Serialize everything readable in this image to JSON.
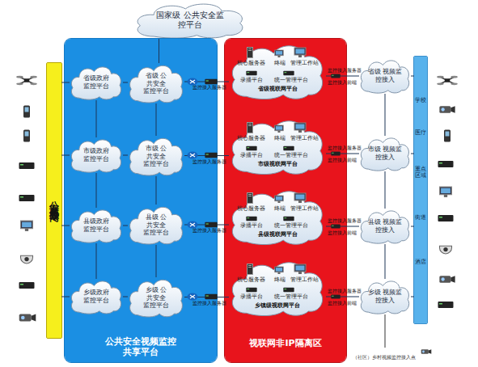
{
  "diagram": {
    "nodes": [
      {
        "text": [
          "国家级 公共安全监控平台"
        ]
      },
      {
        "text": [
          "公安视频专网"
        ]
      },
      {
        "text": [
          "公共安全视频监控 共享平台"
        ]
      },
      {
        "text": [
          "省级政府监控平台"
        ],
        "in": 2
      },
      {
        "text": [
          "市级政府监控平台"
        ],
        "in": 2
      },
      {
        "text": [
          "县级政府监控平台"
        ],
        "in": 2
      },
      {
        "text": [
          "乡级政府监控平台"
        ],
        "in": 2
      },
      {
        "text": [
          "省级 公共安全 监控平台"
        ],
        "in": 2
      },
      {
        "text": [
          "市级 公共安全 监控平台"
        ],
        "in": 2
      },
      {
        "text": [
          "县级 公共安全 监控平台"
        ],
        "in": 2
      },
      {
        "text": [
          "乡级 公共安全 监控平台"
        ],
        "in": 2
      },
      {
        "text": [
          "视联网非IP隔离区"
        ]
      },
      {
        "text": [
          "核心服务器",
          "终端",
          "管理工作站",
          "录播平台",
          "统一管理平台",
          "省级视联网平台"
        ],
        "in": 11
      },
      {
        "text": [
          "核心服务器",
          "终端",
          "管理工作站",
          "录播平台",
          "统一管理平台",
          "市级视联网平台"
        ],
        "in": 11
      },
      {
        "text": [
          "核心服务器",
          "终端",
          "管理工作站",
          "录播平台",
          "统一管理平台",
          "县级视联网平台"
        ],
        "in": 11
      },
      {
        "text": [
          "核心服务器",
          "终端",
          "管理工作站",
          "录播平台",
          "统一管理平台",
          "乡镇级视联网平台"
        ],
        "in": 11
      },
      {
        "text": [
          "省级 视频监控接入"
        ]
      },
      {
        "text": [
          "市级 视频监控接入"
        ]
      },
      {
        "text": [
          "县级 视频监控接入"
        ]
      },
      {
        "text": [
          "乡级 视频监控接入"
        ]
      },
      {
        "text": [
          "学校",
          "医疗",
          "重点区域",
          "街道",
          "酒店"
        ]
      }
    ],
    "edges": [
      {
        "from": 0,
        "to": 7,
        "arrow": "none"
      },
      {
        "from": 1,
        "to": 3,
        "arrow": "none"
      },
      {
        "from": 1,
        "to": 4,
        "arrow": "none"
      },
      {
        "from": 1,
        "to": 5,
        "arrow": "none"
      },
      {
        "from": 1,
        "to": 6,
        "arrow": "none"
      },
      {
        "from": 3,
        "to": 7,
        "arrow": "none"
      },
      {
        "from": 4,
        "to": 8,
        "arrow": "none"
      },
      {
        "from": 5,
        "to": 9,
        "arrow": "none"
      },
      {
        "from": 6,
        "to": 10,
        "arrow": "none"
      },
      {
        "from": 3,
        "to": 4,
        "arrow": "none"
      },
      {
        "from": 4,
        "to": 5,
        "arrow": "none"
      },
      {
        "from": 5,
        "to": 6,
        "arrow": "none"
      },
      {
        "from": 7,
        "to": 8,
        "arrow": "none"
      },
      {
        "from": 8,
        "to": 9,
        "arrow": "none"
      },
      {
        "from": 9,
        "to": 10,
        "arrow": "none"
      },
      {
        "from": 7,
        "to": 12,
        "arrow": "none"
      },
      {
        "from": 8,
        "to": 13,
        "arrow": "none"
      },
      {
        "from": 9,
        "to": 14,
        "arrow": "none"
      },
      {
        "from": 10,
        "to": 15,
        "arrow": "none"
      },
      {
        "from": 12,
        "to": 16,
        "arrow": "none"
      },
      {
        "from": 13,
        "to": 17,
        "arrow": "none"
      },
      {
        "from": 14,
        "to": 18,
        "arrow": "none"
      },
      {
        "from": 15,
        "to": 19,
        "arrow": "none"
      },
      {
        "from": 16,
        "to": 17,
        "arrow": "none"
      },
      {
        "from": 17,
        "to": 18,
        "arrow": "none"
      },
      {
        "from": 18,
        "to": 19,
        "arrow": "none"
      },
      {
        "from": 16,
        "to": 20,
        "arrow": "none"
      },
      {
        "from": 17,
        "to": 20,
        "arrow": "none"
      },
      {
        "from": 18,
        "to": 20,
        "arrow": "none"
      },
      {
        "from": 19,
        "to": 20,
        "arrow": "none"
      }
    ],
    "labels": [
      "监控接入服务器",
      "监控接入服务器",
      "监控接入服务器",
      "监控接入服务器",
      "监控接入服务器",
      "监控接入前端",
      "监控接入服务器",
      "监控接入前端",
      "监控接入服务器",
      "监控接入前端",
      "监控接入服务器",
      "监控接入前端",
      "（社区）乡村视频监控接入点"
    ]
  }
}
